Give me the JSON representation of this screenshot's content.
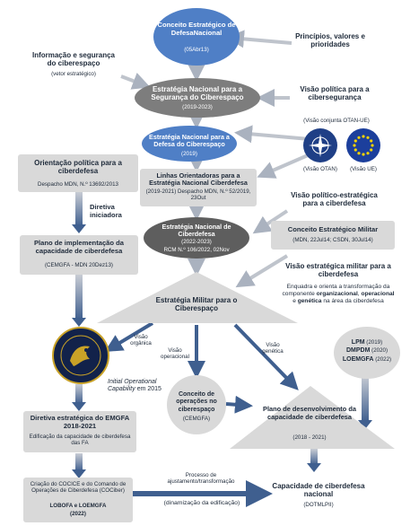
{
  "colors": {
    "blue": "#4f7fc6",
    "grey": "#7d7d7d",
    "dark": "#5e5e5e",
    "box": "#d9d9d9",
    "arrow": "#3f5f8f",
    "arrow_grey": "#bfc4cc"
  },
  "nodes": {
    "concept_top": {
      "title": "Conceito Estratégico de DefesaNacional",
      "sub": "(05Abr13)"
    },
    "principles": {
      "text": "Princípios, valores e prioridades"
    },
    "info_security": {
      "title": "Informação e segurança do ciberespaço",
      "sub": "(vetor estratégico)"
    },
    "national_strategy": {
      "title": "Estratégia Nacional para a Segurança do Ciberespaço",
      "sub": "(2019-2023)"
    },
    "policy_vision": {
      "text": "Visão política para a cibersegurança"
    },
    "joint_vision": {
      "text": "(Visão conjunta OTAN-UE)"
    },
    "defense_strategy": {
      "title": "Estratégia Nacional para a Defesa do Ciberespaço",
      "sub": "(2019)"
    },
    "otan": {
      "label": "(Visão OTAN)",
      "icon": "nato-emblem-icon"
    },
    "ue": {
      "label": "(Visão UE)",
      "icon": "eu-flag-icon"
    },
    "political_orientation": {
      "title": "Orientação política para a ciberdefesa",
      "sub": "Despacho MDN, N.º 13692/2013"
    },
    "guidelines": {
      "title": "Linhas Orientadoras para a Estratégia Nacional Ciberdefesa",
      "sub": "(2019-2021) Despacho MDN, N.º 52/2019, 23Out"
    },
    "political_strategic_vision": {
      "text": "Visão político-estratégica para a ciberdefesa"
    },
    "directive": {
      "text": "Diretiva iniciadora"
    },
    "cyberdefense_strategy": {
      "title": "Estratégia Nacional de Ciberdefesa",
      "years": "(2022-2023)",
      "sub": "RCM N.º 106/2022, 02Nov"
    },
    "military_concept": {
      "title": "Conceito Estratégico Militar",
      "sub": "(MDN, 22Jul14; CSDN, 30Jul14)"
    },
    "implementation_plan": {
      "title": "Plano de implementação da capacidade de ciberdefesa",
      "sub": "(CEMGFA - MDN 20Dez13)"
    },
    "military_vision": {
      "title": "Visão estratégica militar para a ciberdefesa",
      "line1": "Enquadra e orienta a transformação da componente ",
      "b1": "organizacional",
      "line2": ", ",
      "b2": "operacional",
      "line3": " e ",
      "b3": "genética",
      "line4": " na área da ciberdefesa"
    },
    "military_strategy": {
      "title": "Estratégia Militar para o Ciberespaço"
    },
    "vision_org": {
      "text": "Visão orgânica"
    },
    "vision_op": {
      "text": "Visão operacional"
    },
    "vision_gen": {
      "text": "Visão genética"
    },
    "ioc": {
      "text": "Initial Operational Capability",
      "suffix": " em 2015"
    },
    "ops_concept": {
      "title": "Conceito de operações no ciberespaço",
      "sub": "(CEMGFA)"
    },
    "laws": {
      "l1": "LPM",
      "l1s": " (2019)",
      "l2": "DMPDM",
      "l2s": " (2020)",
      "l3": "LOEMGFA",
      "l3s": " (2022)"
    },
    "dev_plan": {
      "title": "Plano de desenvolvimento da capacidade de ciberdefesa",
      "sub": "(2018 - 2021)"
    },
    "emgfa_directive": {
      "title": "Diretiva estratégica do EMGFA 2018-2021",
      "sub": "Edificação da capacidade de ciberdefesa das FA"
    },
    "creation": {
      "text": "Criação do COCICE e do Comando de Operações de Ciberdefesa (COCiber)",
      "bold": "LOBOFA e LOEMGFA",
      "sub": "(2022)"
    },
    "process": {
      "text": "Processo de ajustamento/transformação",
      "sub": "(dinamização da edificação)"
    },
    "capability": {
      "title": "Capacidade de ciberdefesa nacional",
      "sub": "(DOTMLPII)"
    }
  }
}
